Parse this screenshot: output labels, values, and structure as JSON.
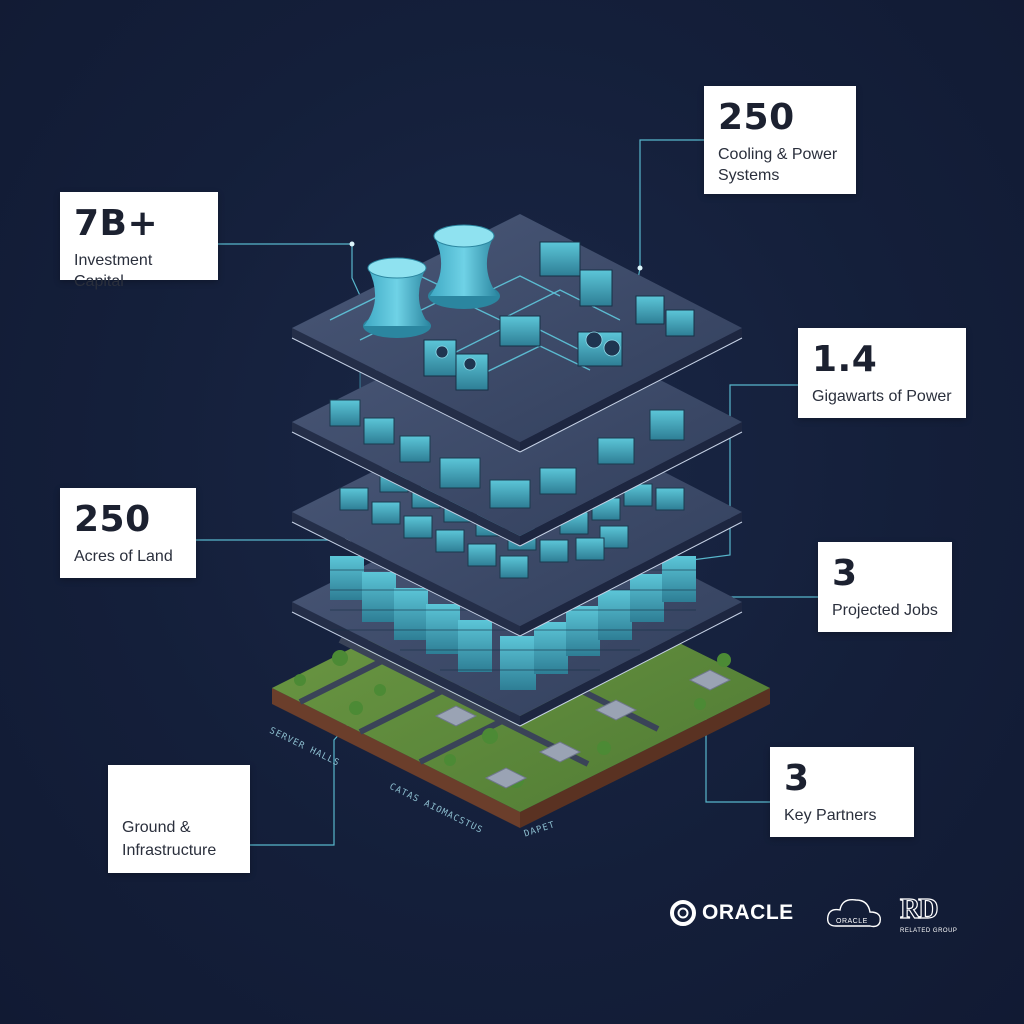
{
  "cards": {
    "investment": {
      "value": "7B+",
      "label": "Investment Capital"
    },
    "cooling": {
      "value": "250",
      "label_line1": "Cooling & Power",
      "label_line2": "Systems"
    },
    "power": {
      "value": "1.4",
      "label": "Gigawarts of Power"
    },
    "land": {
      "value": "250",
      "label": "Acres of Land"
    },
    "jobs": {
      "value": "3",
      "label": "Projected Jobs"
    },
    "partners": {
      "value": "3",
      "label": "Key Partners"
    },
    "ground": {
      "label_line1": "Ground &",
      "label_line2": "Infrastructure"
    }
  },
  "map_labels": {
    "server_halls": "SERVER HALLS",
    "catas": "CATAS AIOMACSTUS",
    "dapet": "DAPET"
  },
  "logos": {
    "oracle": "ORACLE",
    "cloud": "ORACLE",
    "related": "RD",
    "related_sub": "RELATED GROUP"
  },
  "colors": {
    "background": "#141f3a",
    "accent": "#4fc3d9",
    "layer": "#3a4766",
    "grass": "#5e8a3a"
  }
}
